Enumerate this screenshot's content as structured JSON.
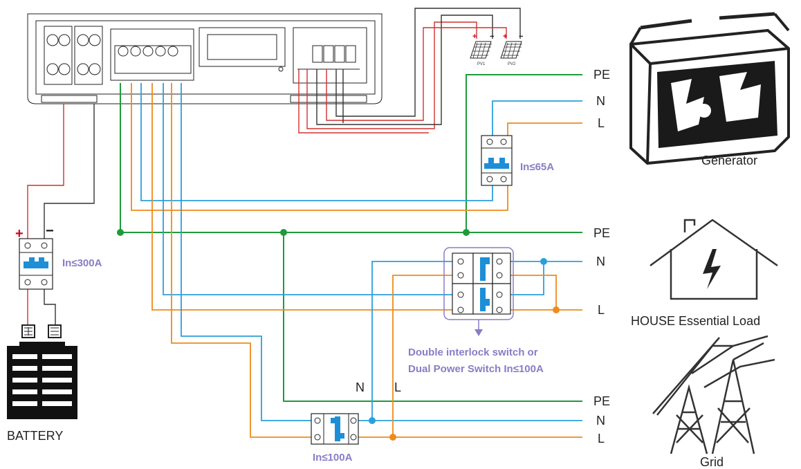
{
  "labels": {
    "pv1": "PV1",
    "pv2": "PV2",
    "pv_plus": "+",
    "pv_minus": "−",
    "pe": "PE",
    "n": "N",
    "l": "L",
    "battery_plus": "+",
    "battery_minus": "−",
    "battery": "BATTERY",
    "generator": "Generator",
    "house": "HOUSE Essential Load",
    "grid": "Grid"
  },
  "ratings": {
    "generator_breaker": "In≤65A",
    "battery_breaker": "In≤300A",
    "grid_breaker": "In≤100A",
    "switch_line1": "Double interlock switch or",
    "switch_line2": "Dual Power Switch In≤100A"
  },
  "colors": {
    "dc_positive": "#d0312d",
    "dc_negative": "#333333",
    "earth": "#1f9a3a",
    "neutral": "#2b9fdc",
    "live": "#ef8a1c",
    "rating_text": "#8a7cc6"
  }
}
